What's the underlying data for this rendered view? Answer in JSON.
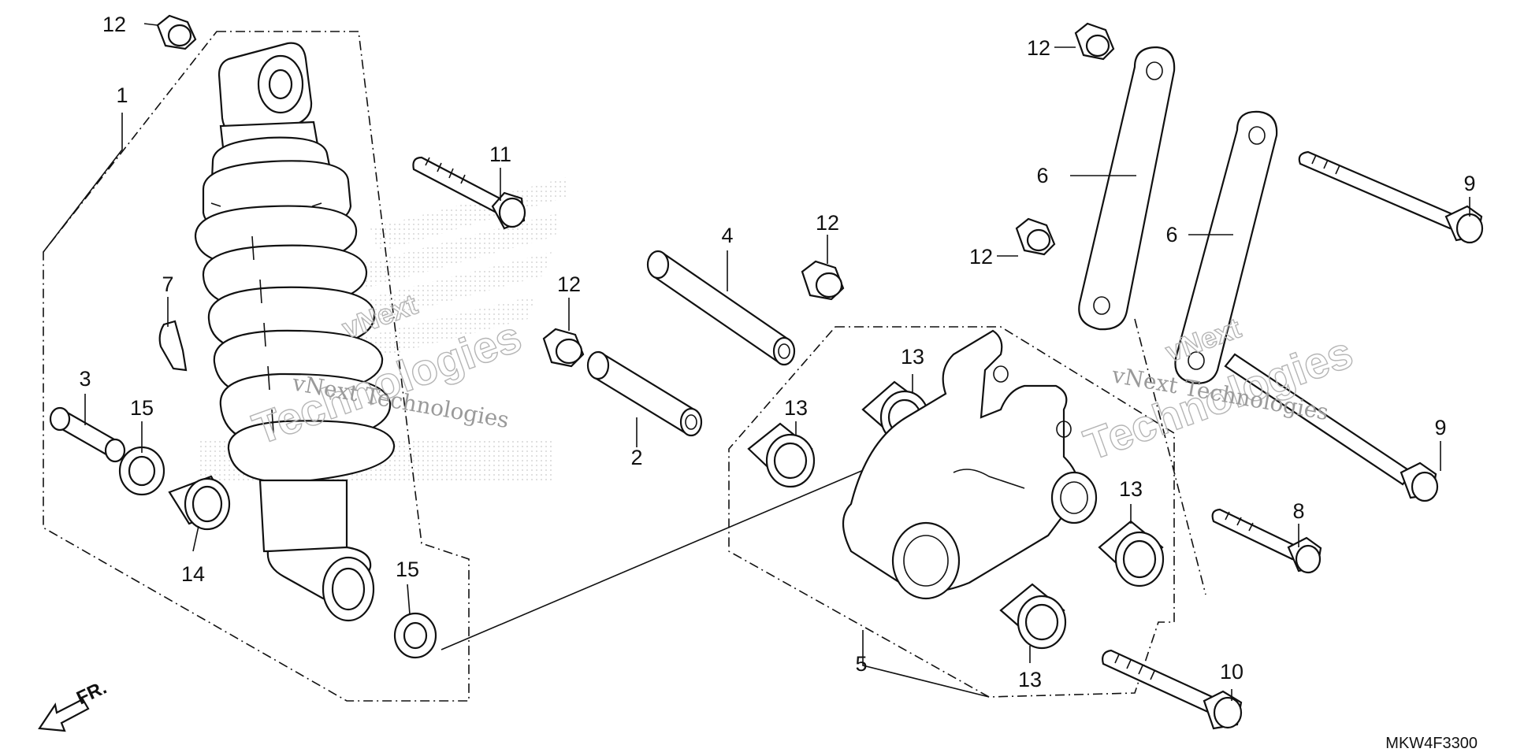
{
  "callouts": {
    "c1": "1",
    "c2": "2",
    "c3": "3",
    "c4": "4",
    "c5": "5",
    "c6a": "6",
    "c6b": "6",
    "c7": "7",
    "c8": "8",
    "c9a": "9",
    "c9b": "9",
    "c10": "10",
    "c11": "11",
    "c12a": "12",
    "c12b": "12",
    "c12c": "12",
    "c12d": "12",
    "c12e": "12",
    "c13a": "13",
    "c13b": "13",
    "c13c": "13",
    "c13d": "13",
    "c14": "14",
    "c15a": "15",
    "c15b": "15"
  },
  "front_label": "FR.",
  "diagram_code": "MKW4F3300",
  "watermark": {
    "line1": "vNext",
    "line2": "Technologies",
    "inline": "vNext Technologies"
  },
  "colors": {
    "line": "#111111",
    "background": "#ffffff",
    "watermark": "#9a9a9a"
  }
}
